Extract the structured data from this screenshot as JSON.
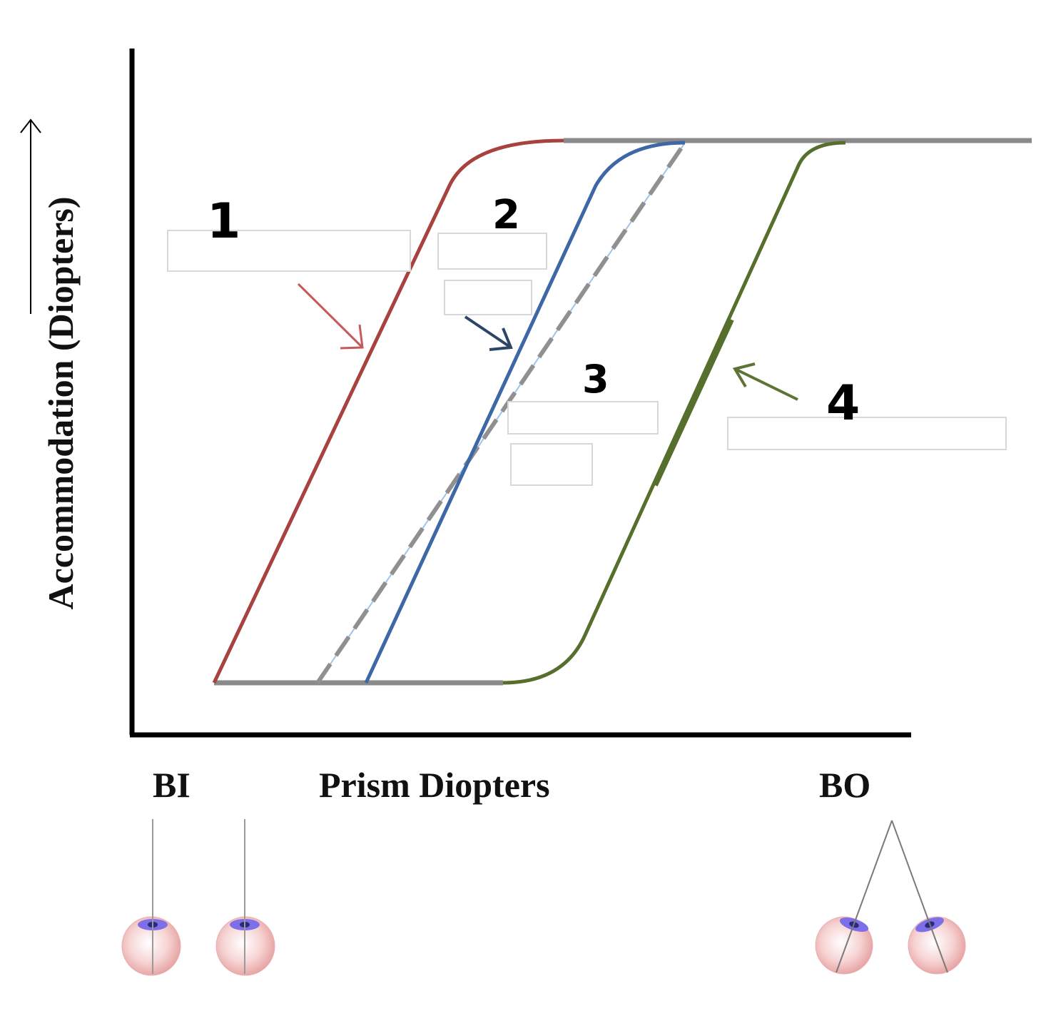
{
  "y_axis_label": "Accommodation (Diopters)",
  "x_axis_label": "Prism Diopters",
  "bi_label": "BI",
  "bo_label": "BO",
  "labels": {
    "one": "1",
    "two": "2",
    "three": "3",
    "four": "4"
  },
  "colors": {
    "curve_1": "#a8423f",
    "curve_2": "#3e67a6",
    "curve_3_dashed": "#909090",
    "curve_4": "#576f2c",
    "arrow_1": "#c65a58",
    "arrow_2": "#2d4566",
    "arrow_4": "#5d7436",
    "plateau": "#8a8a8a",
    "eye_iris": "#7d6fe6",
    "eye_ball": "#f5c6c6"
  }
}
